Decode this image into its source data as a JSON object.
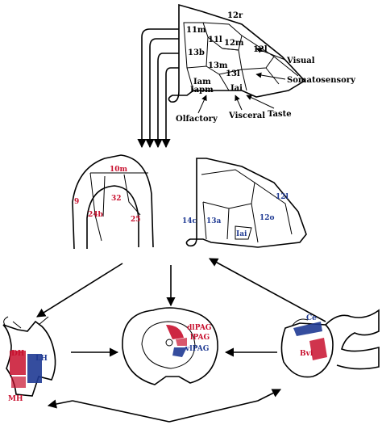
{
  "colors": {
    "red": "#c8102e",
    "blue": "#1f3a93",
    "ink": "#000000",
    "bg": "#ffffff"
  },
  "orbital": {
    "areas": [
      "11m",
      "12r",
      "11l",
      "12m",
      "12l",
      "13b",
      "13m",
      "13l",
      "Iam",
      "Iapm",
      "Iai"
    ],
    "inputs": [
      "Visual",
      "Somatosensory",
      "Olfactory",
      "Visceral",
      "Taste"
    ]
  },
  "medial_network": {
    "areas": [
      "10m",
      "9",
      "32",
      "24b",
      "25"
    ]
  },
  "orbital_network": {
    "areas": [
      "12l",
      "14c",
      "13a",
      "12o",
      "Iai"
    ]
  },
  "pag": {
    "columns": [
      "dlPAG",
      "lPAG",
      "vlPAG"
    ]
  },
  "hypothalamus": {
    "regions": [
      "DH",
      "LH",
      "MH"
    ]
  },
  "amygdala": {
    "regions": [
      "Ce",
      "Bvi"
    ]
  }
}
